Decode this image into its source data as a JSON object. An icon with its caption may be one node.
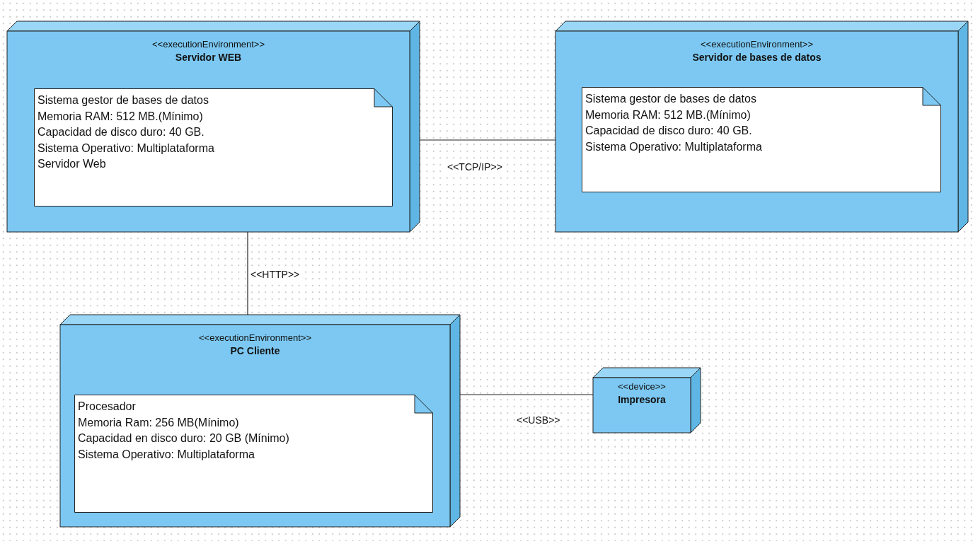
{
  "diagram": {
    "nodes": [
      {
        "text": [
          "<<executionEnvironment>>",
          "Servidor WEB"
        ]
      },
      {
        "text": [
          "Sistema gestor de bases de datos",
          "Memoria RAM: 512 MB.(Mínimo)",
          "Capacidad de disco duro: 40 GB.",
          "Sistema Operativo: Multiplataforma",
          "Servidor Web"
        ],
        "in": 0
      },
      {
        "text": [
          "<<executionEnvironment>>",
          "Servidor de bases de datos"
        ]
      },
      {
        "text": [
          "Sistema gestor de bases de datos",
          "Memoria RAM: 512 MB.(Mínimo)",
          "Capacidad de disco duro: 40 GB.",
          "Sistema Operativo: Multiplataforma"
        ],
        "in": 2
      },
      {
        "text": [
          "<<executionEnvironment>>",
          "PC Cliente"
        ]
      },
      {
        "text": [
          "Procesador",
          "Memoria Ram: 256 MB(Mínimo)",
          "Capacidad en disco duro: 20 GB (Mínimo)",
          "Sistema Operativo: Multiplataforma"
        ],
        "in": 4
      },
      {
        "text": [
          "<<device>>",
          "Impresora"
        ]
      }
    ],
    "edges": [
      {
        "from": 0,
        "to": 2,
        "arrow": "none",
        "label": "<<TCP/IP>>"
      },
      {
        "from": 0,
        "to": 4,
        "arrow": "none",
        "label": "<<HTTP>>"
      },
      {
        "from": 4,
        "to": 6,
        "arrow": "none",
        "label": "<<USB>>"
      }
    ]
  }
}
